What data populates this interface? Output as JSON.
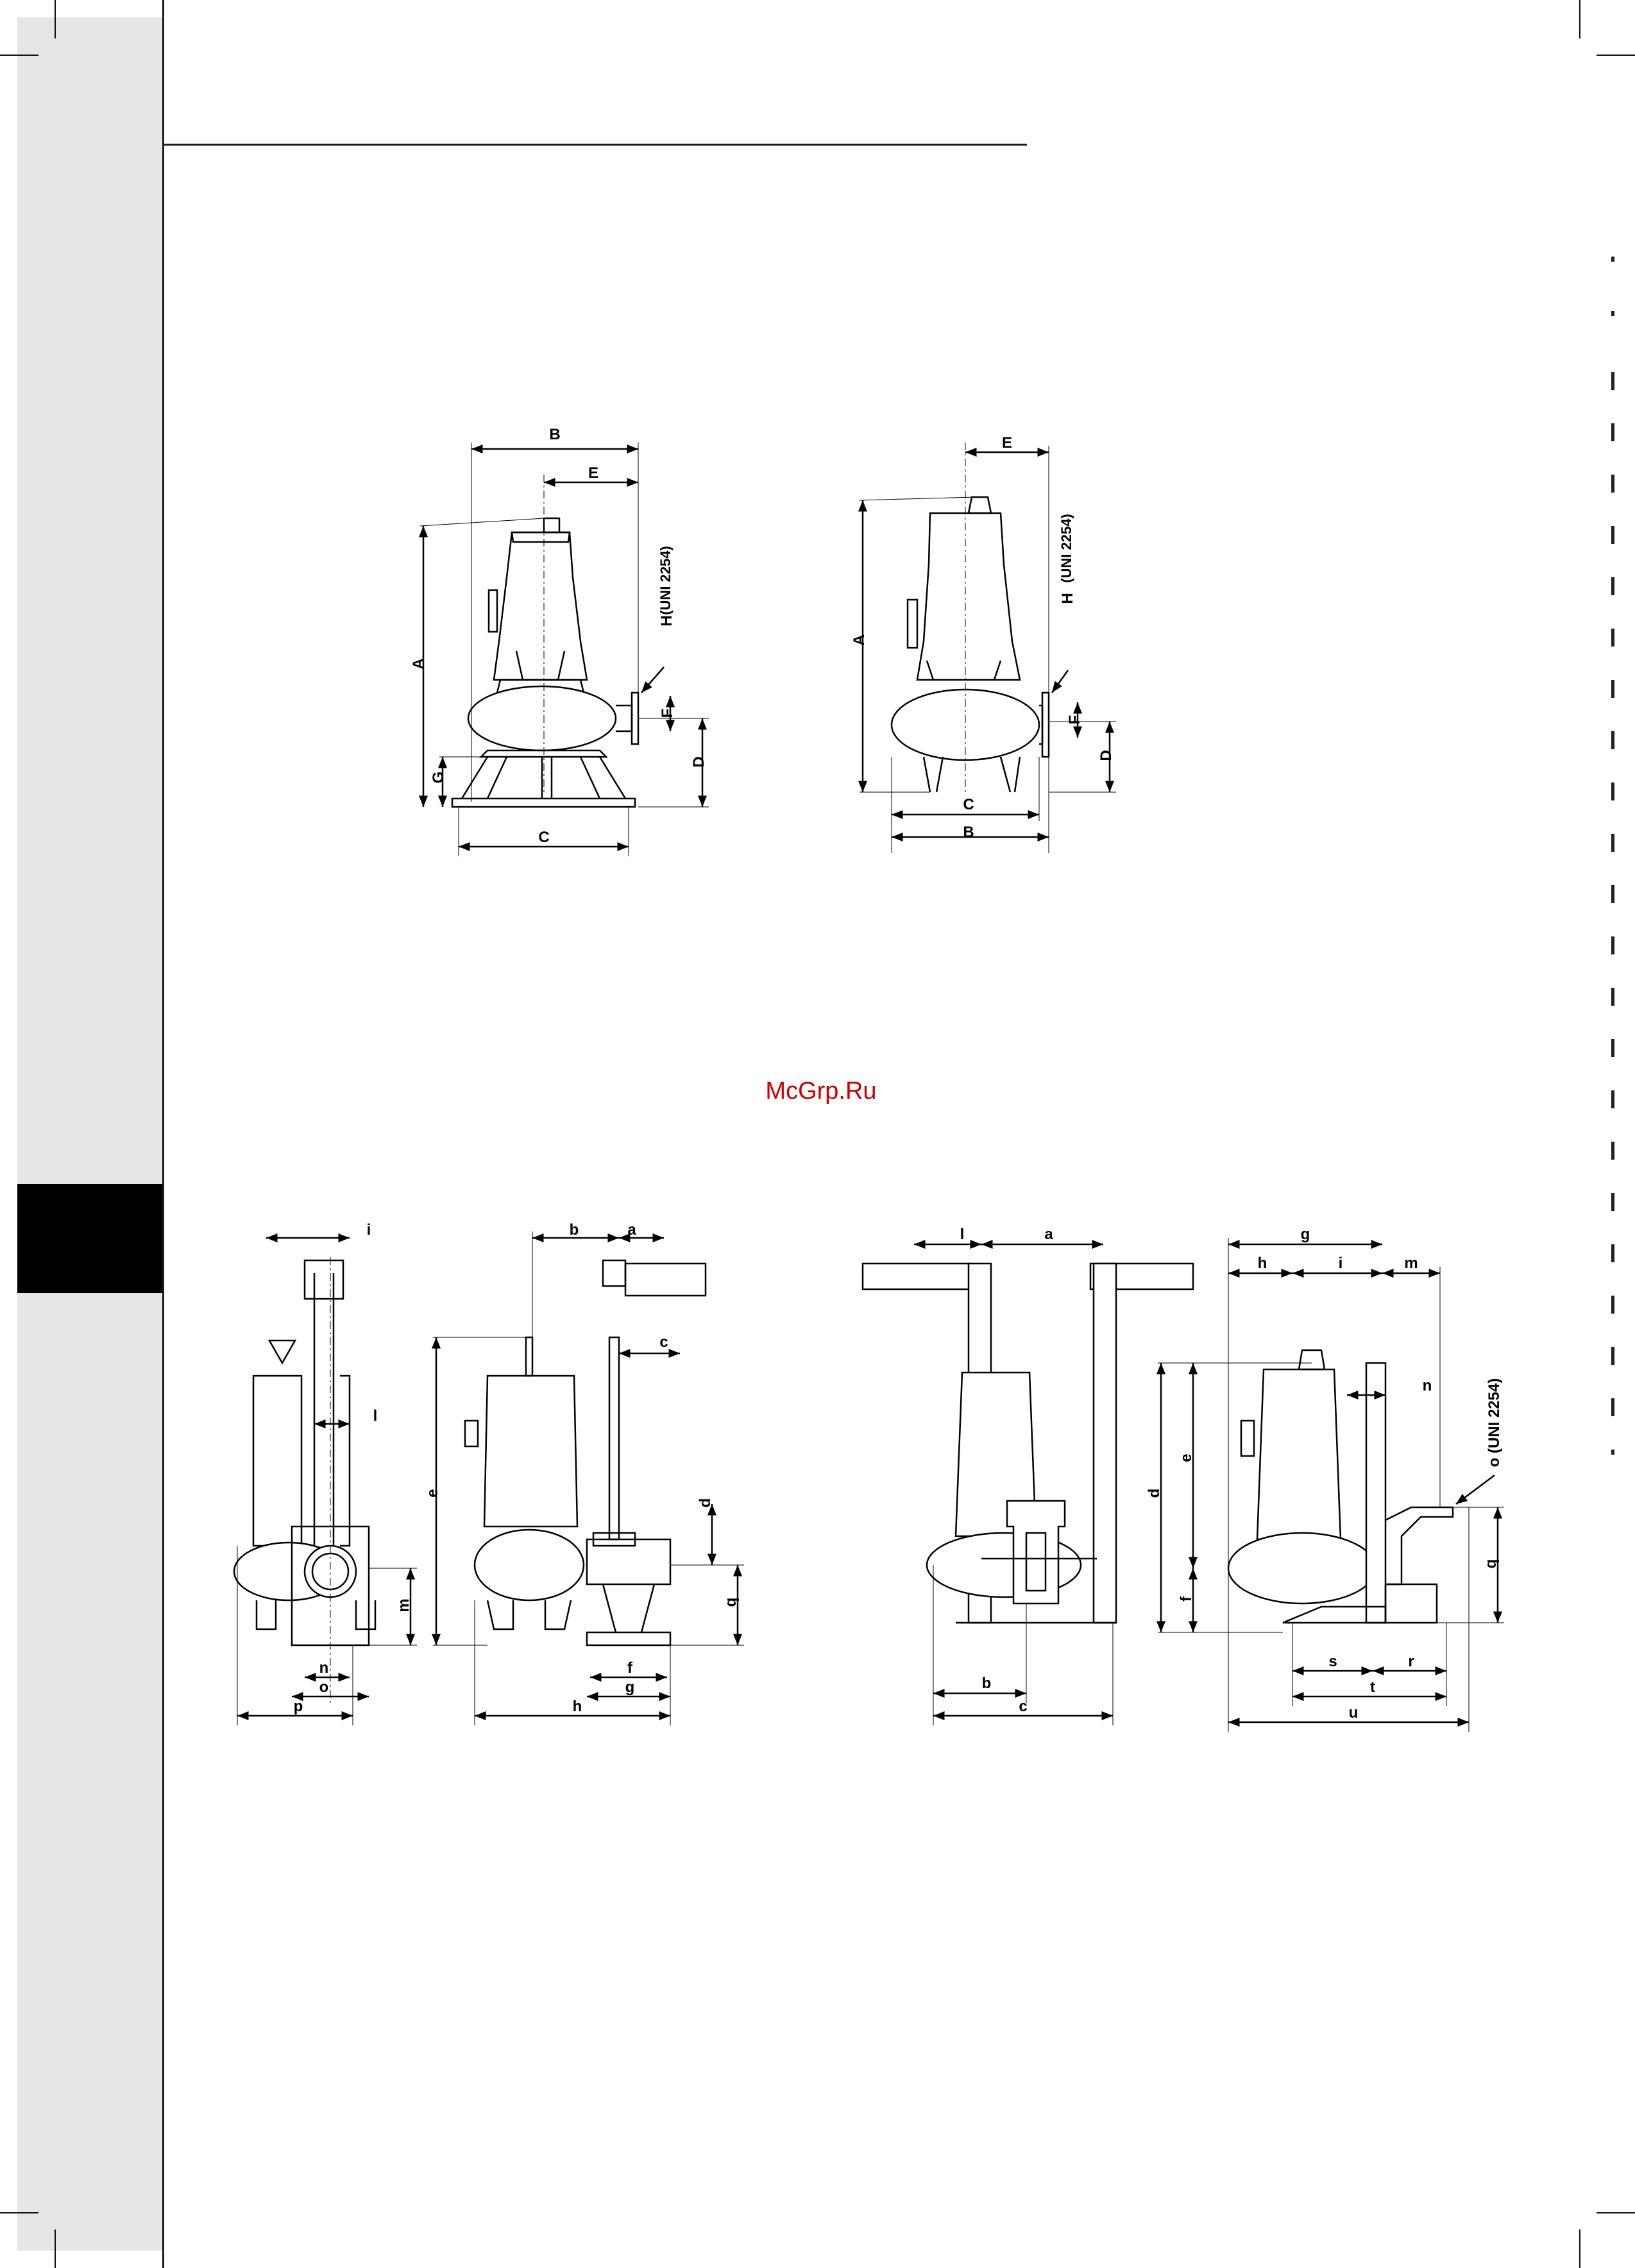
{
  "watermark": "McGrp.Ru",
  "figures": {
    "fig1": {
      "B": "B",
      "E": "E",
      "A": "A",
      "G": "G",
      "C": "C",
      "F": "F",
      "D": "D",
      "H": "H",
      "H_note": "(UNI 2254)"
    },
    "fig2": {
      "E": "E",
      "A": "A",
      "C": "C",
      "B": "B",
      "F": "F",
      "D": "D",
      "H": "H",
      "H_note": "(UNI 2254)"
    },
    "fig3": {
      "i": "i",
      "l": "l",
      "m": "m",
      "n": "n",
      "o": "o",
      "p": "p"
    },
    "fig4": {
      "b": "b",
      "a": "a",
      "c": "c",
      "e": "e",
      "d": "d",
      "q": "q",
      "f": "f",
      "g": "g",
      "h": "h"
    },
    "fig5": {
      "l": "l",
      "a": "a",
      "b": "b",
      "c": "c"
    },
    "fig6": {
      "g": "g",
      "h": "h",
      "i": "i",
      "m": "m",
      "n": "n",
      "o": "o (UNI 2254)",
      "d": "d",
      "e": "e",
      "f": "f",
      "q": "q",
      "s": "s",
      "r": "r",
      "t": "t",
      "u": "u"
    }
  }
}
